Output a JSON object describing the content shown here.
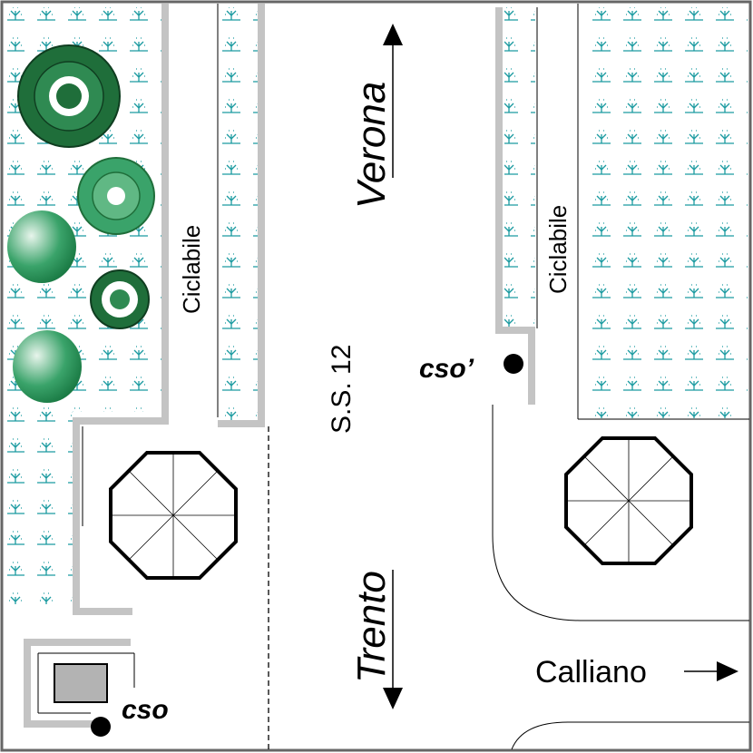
{
  "labels": {
    "road": "S.S. 12",
    "direction_north": "Verona",
    "direction_south": "Trento",
    "direction_east": "Calliano",
    "bike_path": "Ciclabile",
    "bike_path_right": "Ciclabile",
    "marker_main": "cso",
    "marker_prime": "cso’"
  },
  "icons": [
    "arrow-up-icon",
    "arrow-down-icon",
    "arrow-right-icon",
    "roundabout-icon",
    "tree-icon",
    "shrub-icon",
    "dot-marker-icon"
  ],
  "colors": {
    "grass_pattern": "#1a9aa0",
    "curb": "#c4c4c4",
    "tree_dark": "#1f6e3a",
    "tree_light": "#3aa36a",
    "box_fill": "#b3b3b3",
    "line": "#000000"
  }
}
